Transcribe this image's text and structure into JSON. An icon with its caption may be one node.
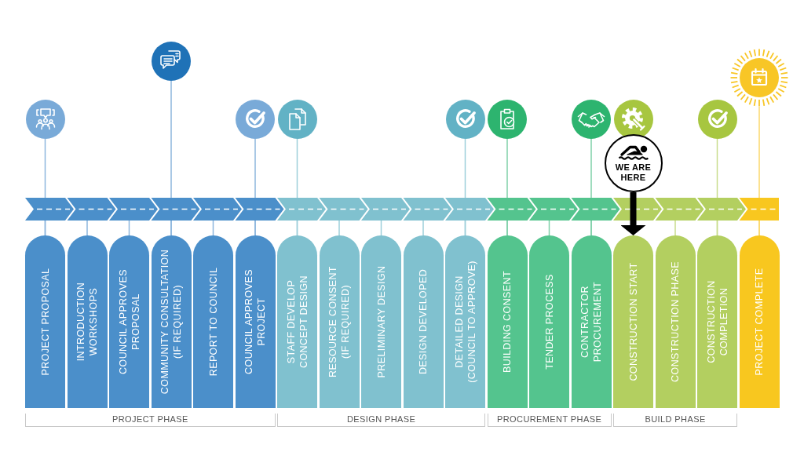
{
  "diagram": {
    "nodes": [
      {
        "text": [
          "PROJECT PROPOSAL"
        ]
      },
      {
        "text": [
          "INTRODUCTION WORKSHOPS"
        ]
      },
      {
        "text": [
          "COUNCIL APPROVES PROPOSAL"
        ]
      },
      {
        "text": [
          "COMMUNITY CONSULTATION (IF REQUIRED)"
        ]
      },
      {
        "text": [
          "REPORT TO COUNCIL"
        ]
      },
      {
        "text": [
          "COUNCIL APPROVES PROJECT"
        ]
      },
      {
        "text": [
          "STAFF DEVELOP CONCEPT DESIGN"
        ]
      },
      {
        "text": [
          "RESOURCE CONSENT (IF REQUIRED)"
        ]
      },
      {
        "text": [
          "PRELIMINARY DESIGN"
        ]
      },
      {
        "text": [
          "DESIGN DEVELOPED"
        ]
      },
      {
        "text": [
          "DETAILED DESIGN (COUNCIL TO APPROVE)"
        ]
      },
      {
        "text": [
          "BUILDING CONSENT"
        ]
      },
      {
        "text": [
          "TENDER PROCESS"
        ]
      },
      {
        "text": [
          "CONTRACTOR PROCUREMENT"
        ]
      },
      {
        "text": [
          "CONSTRUCTION START"
        ]
      },
      {
        "text": [
          "CONSTRUCTION PHASE"
        ]
      },
      {
        "text": [
          "CONSTRUCTION COMPLETION"
        ]
      },
      {
        "text": [
          "PROJECT COMPLETE"
        ]
      },
      {
        "text": [],
        "shape": "circle"
      },
      {
        "text": [],
        "shape": "circle"
      },
      {
        "text": [],
        "shape": "circle"
      },
      {
        "text": [],
        "shape": "circle"
      },
      {
        "text": [],
        "shape": "circle"
      },
      {
        "text": [],
        "shape": "circle"
      },
      {
        "text": [],
        "shape": "circle"
      },
      {
        "text": [],
        "shape": "circle"
      },
      {
        "text": [],
        "shape": "circle"
      },
      {
        "text": [],
        "shape": "circle"
      },
      {
        "text": [
          "WE ARE HERE"
        ]
      }
    ],
    "edges": [
      {
        "from": 18,
        "to": 0,
        "arrow": "none",
        "color": "#8cb6dd"
      },
      {
        "from": 19,
        "to": 3,
        "arrow": "none",
        "color": "#8cb6dd"
      },
      {
        "from": 20,
        "to": 5,
        "arrow": "none",
        "color": "#8cb6dd"
      },
      {
        "from": 21,
        "to": 6,
        "arrow": "none",
        "color": "#9dcfda"
      },
      {
        "from": 22,
        "to": 10,
        "arrow": "none",
        "color": "#9dcfda"
      },
      {
        "from": 23,
        "to": 11,
        "arrow": "none",
        "color": "#7fd0a8"
      },
      {
        "from": 24,
        "to": 13,
        "arrow": "none",
        "color": "#7fd0a8"
      },
      {
        "from": 26,
        "to": 16,
        "arrow": "none",
        "color": "#c8dc8c"
      },
      {
        "from": 27,
        "to": 17,
        "arrow": "none",
        "color": "#fbd76b"
      },
      {
        "from": 28,
        "to": 14,
        "arrow": "to",
        "style": "thick",
        "color": "#000000"
      }
    ],
    "labels": [
      "PROJECT PHASE",
      "DESIGN PHASE",
      "PROCUREMENT PHASE",
      "BUILD PHASE"
    ]
  }
}
